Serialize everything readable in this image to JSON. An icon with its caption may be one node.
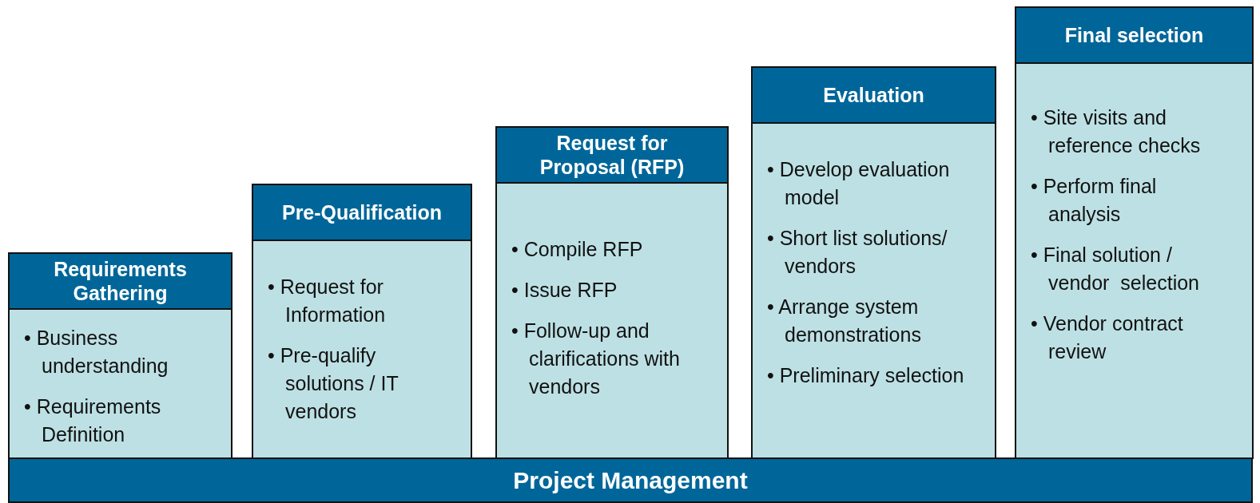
{
  "diagram": {
    "nodes": [
      {
        "text": [
          "Requirements Gathering",
          "• Business understanding",
          "• Requirements Definition"
        ]
      },
      {
        "text": [
          "Pre-Qualification",
          "• Request for Information",
          "• Pre-qualify solutions / IT vendors"
        ]
      },
      {
        "text": [
          "Request for Proposal (RFP)",
          "• Compile RFP",
          "• Issue RFP",
          "• Follow-up and clarifications with vendors"
        ]
      },
      {
        "text": [
          "Evaluation",
          "• Develop evaluation model",
          "• Short list solutions/ vendors",
          "• Arrange system demonstrations",
          "• Preliminary selection"
        ]
      },
      {
        "text": [
          "Final selection",
          "• Site visits and reference checks",
          "• Perform final analysis",
          "• Final solution / vendor  selection",
          "• Vendor contract review"
        ]
      },
      {
        "text": [
          "Project Management"
        ]
      }
    ]
  }
}
